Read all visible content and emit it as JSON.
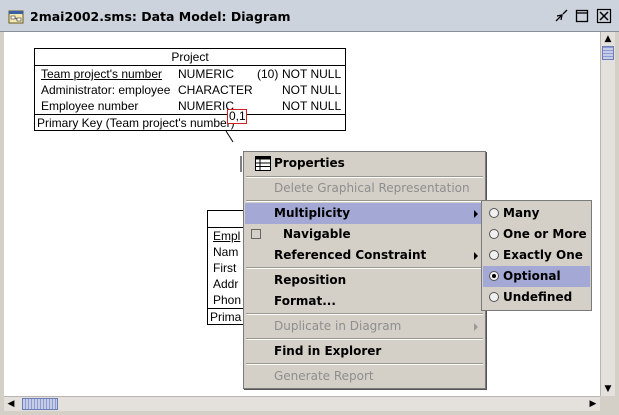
{
  "window": {
    "title": "2mai2002.sms: Data Model: Diagram"
  },
  "project_entity": {
    "name": "Project",
    "attributes": [
      {
        "name": "Team project's number",
        "type": "NUMERIC",
        "size": "(10)",
        "constraint": "NOT NULL",
        "key": true
      },
      {
        "name": "Administrator: employee",
        "type": "CHARACTER",
        "size": "",
        "constraint": "NOT NULL",
        "key": false
      },
      {
        "name": "Employee number",
        "type": "NUMERIC",
        "size": "",
        "constraint": "NOT NULL",
        "key": false
      }
    ],
    "primary_key": "Primary Key (Team project's number)"
  },
  "employee_entity": {
    "rows": [
      "Empl",
      "Nam",
      "First",
      "Addr",
      "Phon"
    ],
    "key_label": "Prima"
  },
  "multiplicity_label": "0,1",
  "context_menu": {
    "properties": "Properties",
    "delete_graphical": "Delete Graphical Representation",
    "multiplicity": "Multiplicity",
    "navigable": "Navigable",
    "referenced_constraint": "Referenced Constraint",
    "reposition": "Reposition",
    "format": "Format...",
    "duplicate": "Duplicate in Diagram",
    "find_explorer": "Find in Explorer",
    "generate_report": "Generate Report"
  },
  "multiplicity_submenu": {
    "options": [
      "Many",
      "One or More",
      "Exactly One",
      "Optional",
      "Undefined"
    ],
    "selected": "Optional"
  },
  "colors": {
    "highlight": "#a3a9d4",
    "menu_bg": "#d4d0c8",
    "multiplicity_border": "#d02020"
  }
}
